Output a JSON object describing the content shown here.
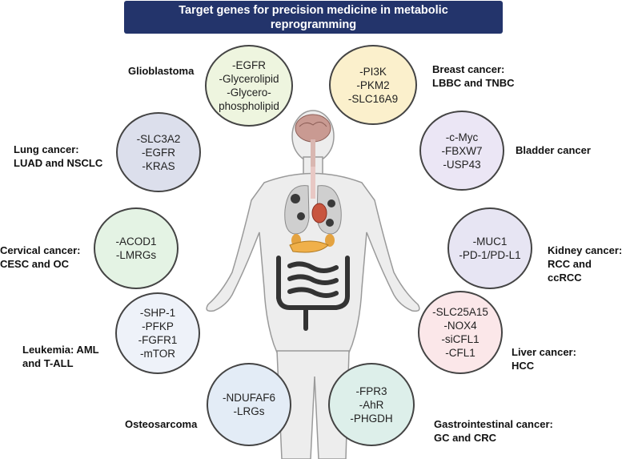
{
  "title": "Target genes for precision medicine in metabolic\nreprogramming",
  "cancers": [
    {
      "label": "Glioblastoma",
      "genes": "-EGFR\n-Glycerolipid\n-Glycero-\nphospholipid",
      "fill": "#eef5df"
    },
    {
      "label": "Breast cancer:\nLBBC and TNBC",
      "genes": "-PI3K\n-PKM2\n-SLC16A9",
      "fill": "#fbf0cc"
    },
    {
      "label": "Lung cancer:\nLUAD and NSCLC",
      "genes": "-SLC3A2\n-EGFR\n-KRAS",
      "fill": "#dcdfec"
    },
    {
      "label": "Bladder cancer",
      "genes": "-c-Myc\n-FBXW7\n-USP43",
      "fill": "#ebe6f5"
    },
    {
      "label": "Cervical cancer:\nCESC and OC",
      "genes": "-ACOD1\n-LMRGs",
      "fill": "#e4f3e4"
    },
    {
      "label": "Kidney cancer:\nRCC and ccRCC",
      "genes": "-MUC1\n-PD-1/PD-L1",
      "fill": "#e7e5f3"
    },
    {
      "label": "Leukemia: AML\nand T-ALL",
      "genes": "-SHP-1\n-PFKP\n-FGFR1\n-mTOR",
      "fill": "#eef2f9"
    },
    {
      "label": "Liver cancer:\nHCC",
      "genes": "-SLC25A15\n-NOX4\n-siCFL1\n-CFL1",
      "fill": "#fbe7e9"
    },
    {
      "label": "Osteosarcoma",
      "genes": "-NDUFAF6\n-LRGs",
      "fill": "#e3ecf6"
    },
    {
      "label": "Gastrointestinal cancer:\nGC and CRC",
      "genes": "-FPR3\n-AhR\n-PHGDH",
      "fill": "#ddefea"
    }
  ]
}
